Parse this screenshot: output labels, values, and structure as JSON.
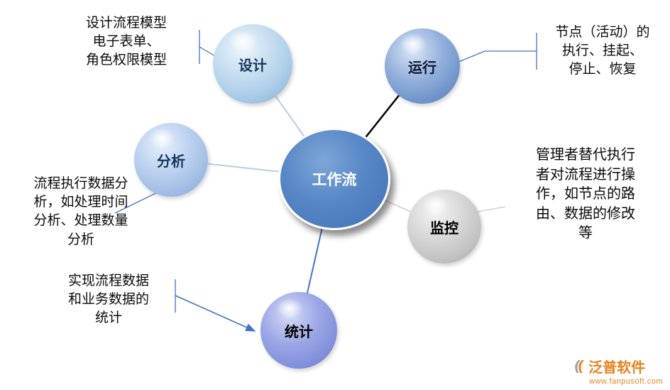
{
  "diagram": {
    "center": {
      "label": "工作流"
    },
    "nodes": {
      "design": {
        "label": "设计"
      },
      "run": {
        "label": "运行"
      },
      "analysis": {
        "label": "分析"
      },
      "monitor": {
        "label": "监控"
      },
      "stats": {
        "label": "统计"
      }
    },
    "annotations": {
      "design": "设计流程模型\n电子表单、\n角色权限模型",
      "run": "节点（活动）的\n执行、挂起、\n停止、恢复",
      "analysis": "流程执行数据分\n析，如处理时间\n分析、处理数量\n分析",
      "monitor": "管理者替代执行\n者对流程进行操\n作，如节点的路\n由、数据的修改\n等",
      "stats": "实现流程数据\n和业务数据的\n统计"
    },
    "colors": {
      "center_blue": "#4a7abc",
      "design_blue": "#aecfe9",
      "run_blue": "#6f94ca",
      "analysis_blue": "#9fbbe3",
      "monitor_gray": "#c0c0c0",
      "stats_violet": "#8190db",
      "connector_blue": "#4472c4",
      "connector_black": "#000000",
      "connector_gray": "#c9c9c9"
    }
  },
  "footer": {
    "brand": "泛普软件",
    "url": "www.fanpusoft.com"
  }
}
